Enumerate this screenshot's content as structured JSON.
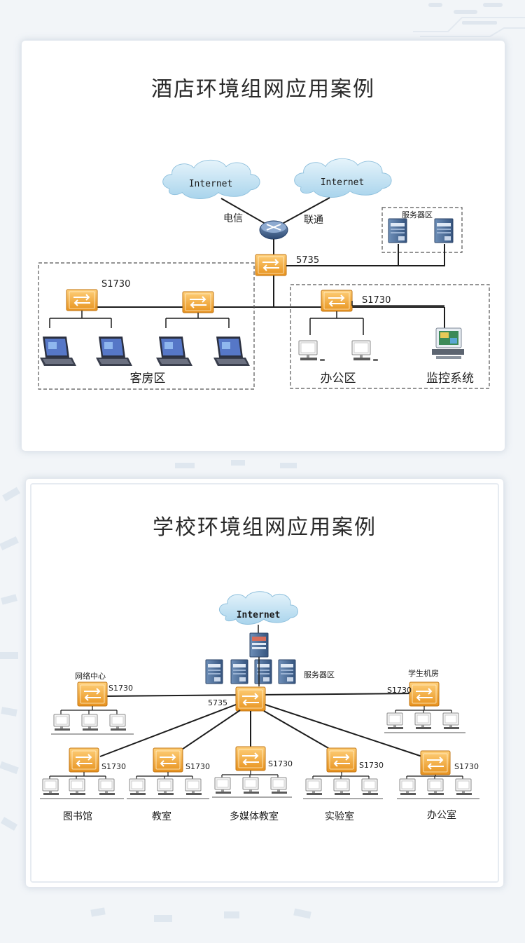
{
  "hotel": {
    "title": "酒店环境组网应用案例",
    "cloud_left": "Internet",
    "cloud_right": "Internet",
    "isp_left": "电信",
    "isp_right": "联通",
    "core_switch": "5735",
    "server_zone": "服务器区",
    "switch_guest": "S1730",
    "switch_office": "S1730",
    "zone_guest": "客房区",
    "zone_office": "办公区",
    "zone_monitor": "监控系统"
  },
  "school": {
    "title": "学校环境组网应用案例",
    "cloud": "Internet",
    "server_zone": "服务器区",
    "core_switch": "5735",
    "network_center": "网络中心",
    "network_center_switch": "S1730",
    "student_lab": "学生机房",
    "student_lab_switch": "S1730",
    "branches": [
      {
        "name": "图书馆",
        "switch": "S1730"
      },
      {
        "name": "教室",
        "switch": "S1730"
      },
      {
        "name": "多媒体教室",
        "switch": "S1730"
      },
      {
        "name": "实验室",
        "switch": "S1730"
      },
      {
        "name": "办公室",
        "switch": "S1730"
      }
    ]
  },
  "colors": {
    "switch_orange": "#f0a436",
    "cloud_blue": "#bfe0f2",
    "server_blue": "#4a6c98",
    "line": "#1c1c1c",
    "dash": "#666666"
  }
}
